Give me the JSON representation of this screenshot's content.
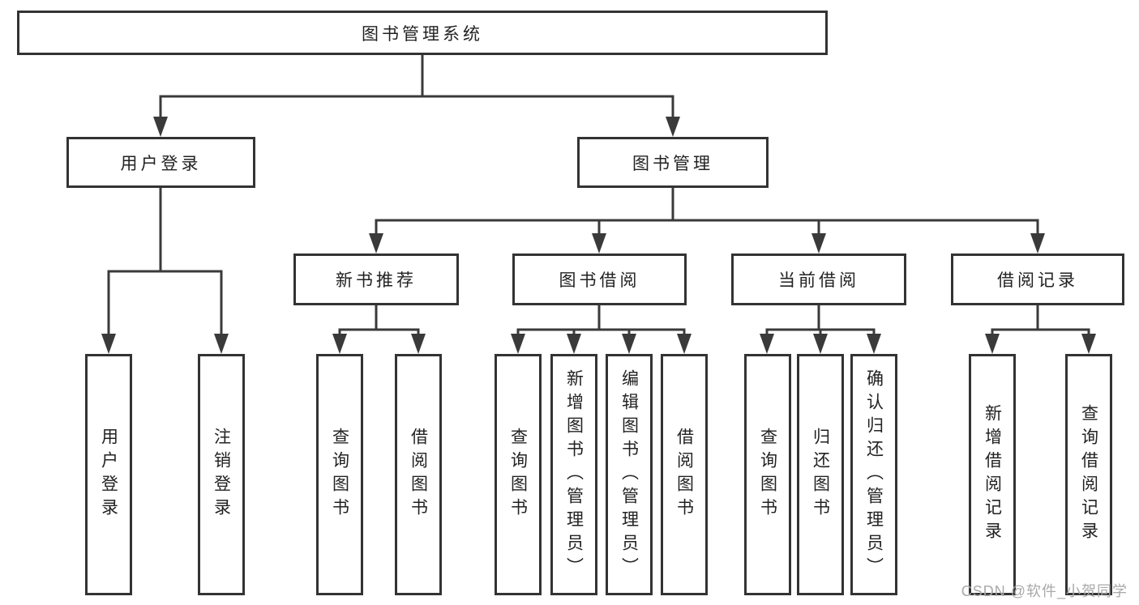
{
  "diagram_title": "图书管理系统",
  "tree": {
    "label": "图书管理系统",
    "children": [
      {
        "label": "用户登录",
        "children": [
          {
            "label": "用户登录"
          },
          {
            "label": "注销登录"
          }
        ]
      },
      {
        "label": "图书管理",
        "children": [
          {
            "label": "新书推荐",
            "children": [
              {
                "label": "查询图书"
              },
              {
                "label": "借阅图书"
              }
            ]
          },
          {
            "label": "图书借阅",
            "children": [
              {
                "label": "查询图书"
              },
              {
                "label": "新增图书（管理员）"
              },
              {
                "label": "编辑图书（管理员）"
              },
              {
                "label": "借阅图书"
              }
            ]
          },
          {
            "label": "当前借阅",
            "children": [
              {
                "label": "查询图书"
              },
              {
                "label": "归还图书"
              },
              {
                "label": "确认归还（管理员）"
              }
            ]
          },
          {
            "label": "借阅记录",
            "children": [
              {
                "label": "新增借阅记录"
              },
              {
                "label": "查询借阅记录"
              }
            ]
          }
        ]
      }
    ]
  },
  "watermark": {
    "text": "CSDN @软件_小贺同学"
  },
  "colors": {
    "line": "#3a3a3a",
    "box_border": "#333333",
    "box_fill": "#ffffff",
    "text": "#222222",
    "watermark": "#a9a9a9",
    "background": "#ffffff"
  }
}
